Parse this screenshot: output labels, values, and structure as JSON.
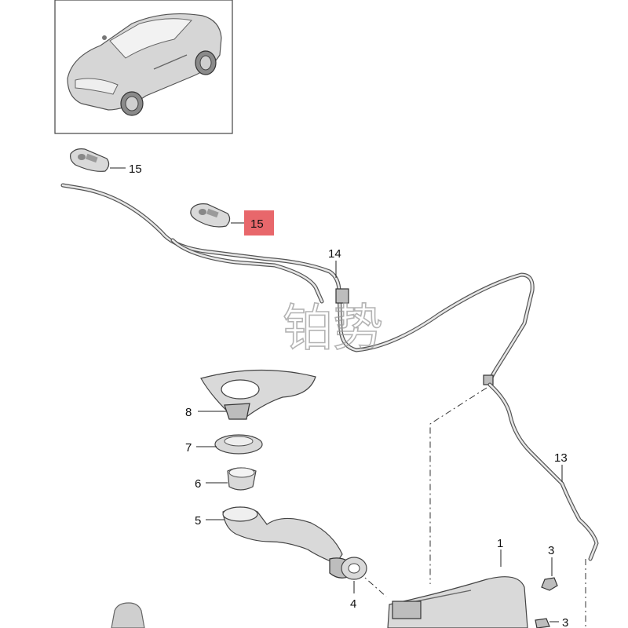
{
  "watermark": "铂势",
  "highlight_color": "#e8676b",
  "callouts": [
    {
      "id": "c15a",
      "label": "15"
    },
    {
      "id": "c15b",
      "label": "15",
      "highlighted": true
    },
    {
      "id": "c14",
      "label": "14"
    },
    {
      "id": "c13",
      "label": "13"
    },
    {
      "id": "c8",
      "label": "8"
    },
    {
      "id": "c7",
      "label": "7"
    },
    {
      "id": "c6",
      "label": "6"
    },
    {
      "id": "c5",
      "label": "5"
    },
    {
      "id": "c4",
      "label": "4"
    },
    {
      "id": "c1",
      "label": "1"
    },
    {
      "id": "c3a",
      "label": "3"
    },
    {
      "id": "c3b",
      "label": "3"
    }
  ]
}
